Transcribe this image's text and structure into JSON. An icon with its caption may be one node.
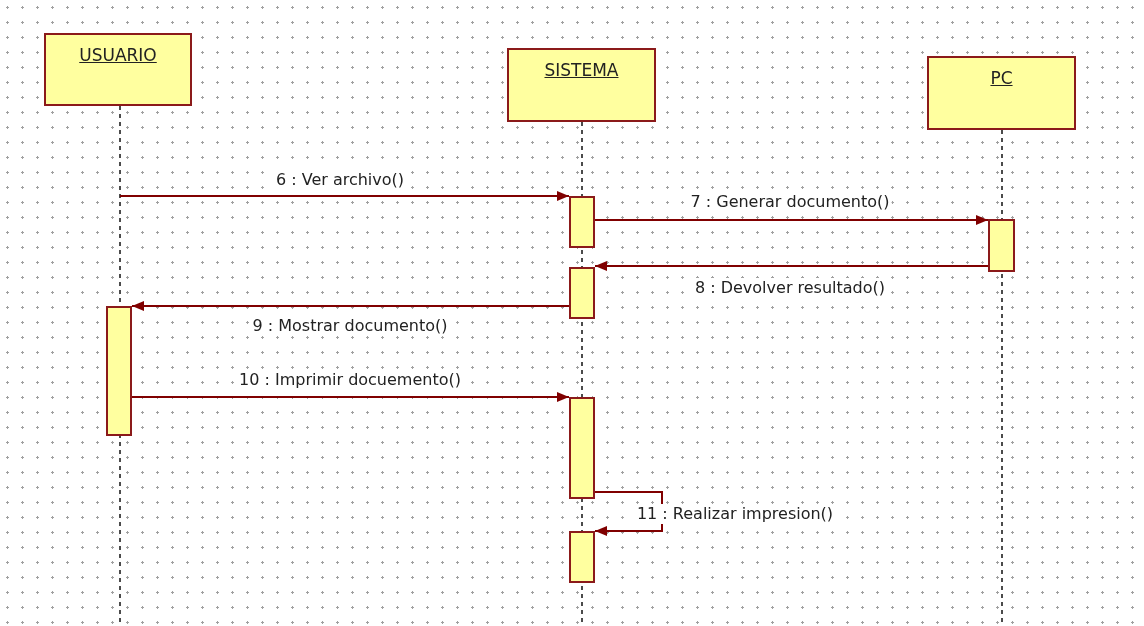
{
  "diagram": {
    "nodes": [
      {
        "text": [
          "USUARIO"
        ]
      },
      {
        "text": [
          "SISTEMA"
        ]
      },
      {
        "text": [
          "PC"
        ]
      },
      {
        "text": [],
        "shape": "bar"
      },
      {
        "text": [],
        "shape": "bar"
      },
      {
        "text": [],
        "shape": "bar"
      },
      {
        "text": [],
        "shape": "bar"
      },
      {
        "text": [],
        "shape": "bar"
      },
      {
        "text": [],
        "shape": "bar"
      }
    ],
    "edges": [
      {
        "from": null,
        "to": 3,
        "arrow": "to",
        "label": "6 : Ver archivo()"
      },
      {
        "from": 3,
        "to": 4,
        "arrow": "to",
        "label": "7 : Generar documento()"
      },
      {
        "from": 4,
        "to": 5,
        "arrow": "to",
        "label": "8 : Devolver resultado()"
      },
      {
        "from": 5,
        "to": 6,
        "arrow": "to",
        "label": "9 : Mostrar documento()"
      },
      {
        "from": 6,
        "to": 7,
        "arrow": "to",
        "label": "10 : Imprimir docuemento()"
      },
      {
        "from": 7,
        "to": 8,
        "arrow": "to",
        "label": "11 : Realizar impresion()"
      }
    ]
  }
}
